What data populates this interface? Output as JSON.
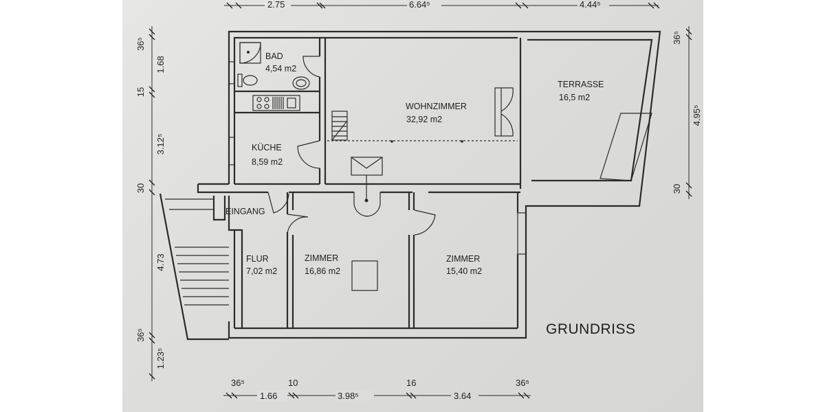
{
  "plan": {
    "title": "GRUNDRISS",
    "rooms": [
      {
        "id": "bad",
        "name": "BAD",
        "area": "4,54 m2"
      },
      {
        "id": "wohnzimmer",
        "name": "WOHNZIMMER",
        "area": "32,92 m2"
      },
      {
        "id": "terrasse",
        "name": "TERRASSE",
        "area": "16,5 m2"
      },
      {
        "id": "kueche",
        "name": "KÜCHE",
        "area": "8,59 m2"
      },
      {
        "id": "eingang",
        "name": "EINGANG",
        "area": ""
      },
      {
        "id": "flur",
        "name": "FLUR",
        "area": "7,02 m2"
      },
      {
        "id": "zimmer1",
        "name": "ZIMMER",
        "area": "16,86 m2"
      },
      {
        "id": "zimmer2",
        "name": "ZIMMER",
        "area": "15,40 m2"
      }
    ]
  },
  "dimensions": {
    "top": [
      "2.75",
      "6.64⁵",
      "4.44⁵"
    ],
    "bottom": [
      "36⁵",
      "1.66",
      "10",
      "3.98⁵",
      "16",
      "3.64",
      "36⁵"
    ],
    "left": [
      "36⁵",
      "1.68",
      "15",
      "3.12⁵",
      "30",
      "4.73",
      "36⁵",
      "1.23⁵"
    ],
    "right": [
      "36⁵",
      "4.95⁵",
      "30"
    ]
  }
}
